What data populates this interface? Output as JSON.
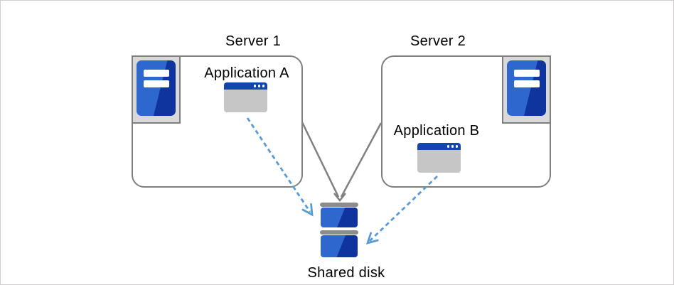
{
  "servers": [
    {
      "label": "Server 1",
      "application": {
        "label": "Application A"
      }
    },
    {
      "label": "Server 2",
      "application": {
        "label": "Application B"
      }
    }
  ],
  "shared_disk": {
    "label": "Shared disk"
  },
  "connectors": [
    {
      "from": "Server 1",
      "to": "Shared disk",
      "style": "solid-gray-line"
    },
    {
      "from": "Server 2",
      "to": "Shared disk",
      "style": "solid-gray-line"
    },
    {
      "from": "Application A",
      "to": "Shared disk",
      "style": "dashed-blue-arrow"
    },
    {
      "from": "Application B",
      "to": "Shared disk",
      "style": "dashed-blue-arrow"
    }
  ],
  "colors": {
    "box_border": "#7f7f7f",
    "icon_bg": "#d9d9d9",
    "blue_light": "#2e68cf",
    "blue_dark": "#10349e",
    "titlebar_blue": "#1444ad",
    "window_body": "#c6c6c6",
    "arrow_blue": "#5b9bd5",
    "line_gray": "#808080",
    "disk_bar_gray": "#8c8c8c",
    "outer_border": "#d0cece",
    "text_color": "#000000"
  }
}
